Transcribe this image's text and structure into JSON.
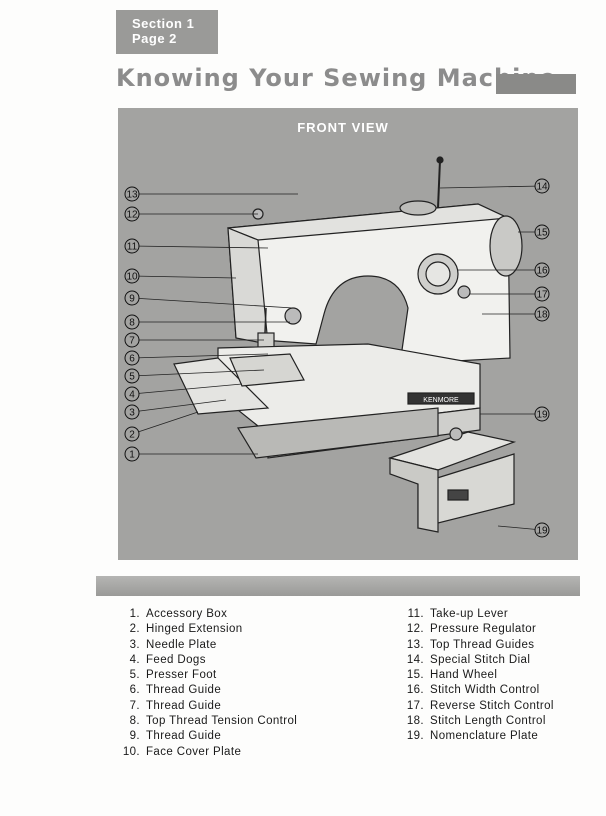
{
  "header": {
    "section": "Section 1",
    "page": "Page 2",
    "title": "Knowing Your Sewing Machine"
  },
  "figure": {
    "label": "FRONT VIEW",
    "brand_plate": "KENMORE",
    "left_callouts": [
      "13",
      "12",
      "11",
      "10",
      "9",
      "8",
      "7",
      "6",
      "5",
      "4",
      "3",
      "2",
      "1"
    ],
    "right_callouts": [
      "14",
      "15",
      "16",
      "17",
      "18",
      "19",
      "19"
    ]
  },
  "parts": {
    "left": [
      {
        "num": "1.",
        "name": "Accessory Box"
      },
      {
        "num": "2.",
        "name": "Hinged Extension"
      },
      {
        "num": "3.",
        "name": "Needle Plate"
      },
      {
        "num": "4.",
        "name": "Feed Dogs"
      },
      {
        "num": "5.",
        "name": "Presser Foot"
      },
      {
        "num": "6.",
        "name": "Thread Guide"
      },
      {
        "num": "7.",
        "name": "Thread Guide"
      },
      {
        "num": "8.",
        "name": "Top Thread Tension Control"
      },
      {
        "num": "9.",
        "name": "Thread Guide"
      },
      {
        "num": "10.",
        "name": "Face Cover Plate"
      }
    ],
    "right": [
      {
        "num": "11.",
        "name": "Take-up Lever"
      },
      {
        "num": "12.",
        "name": "Pressure Regulator"
      },
      {
        "num": "13.",
        "name": "Top Thread Guides"
      },
      {
        "num": "14.",
        "name": "Special Stitch Dial"
      },
      {
        "num": "15.",
        "name": "Hand Wheel"
      },
      {
        "num": "16.",
        "name": "Stitch Width Control"
      },
      {
        "num": "17.",
        "name": "Reverse Stitch Control"
      },
      {
        "num": "18.",
        "name": "Stitch Length Control"
      },
      {
        "num": "19.",
        "name": "Nomenclature Plate"
      }
    ]
  }
}
